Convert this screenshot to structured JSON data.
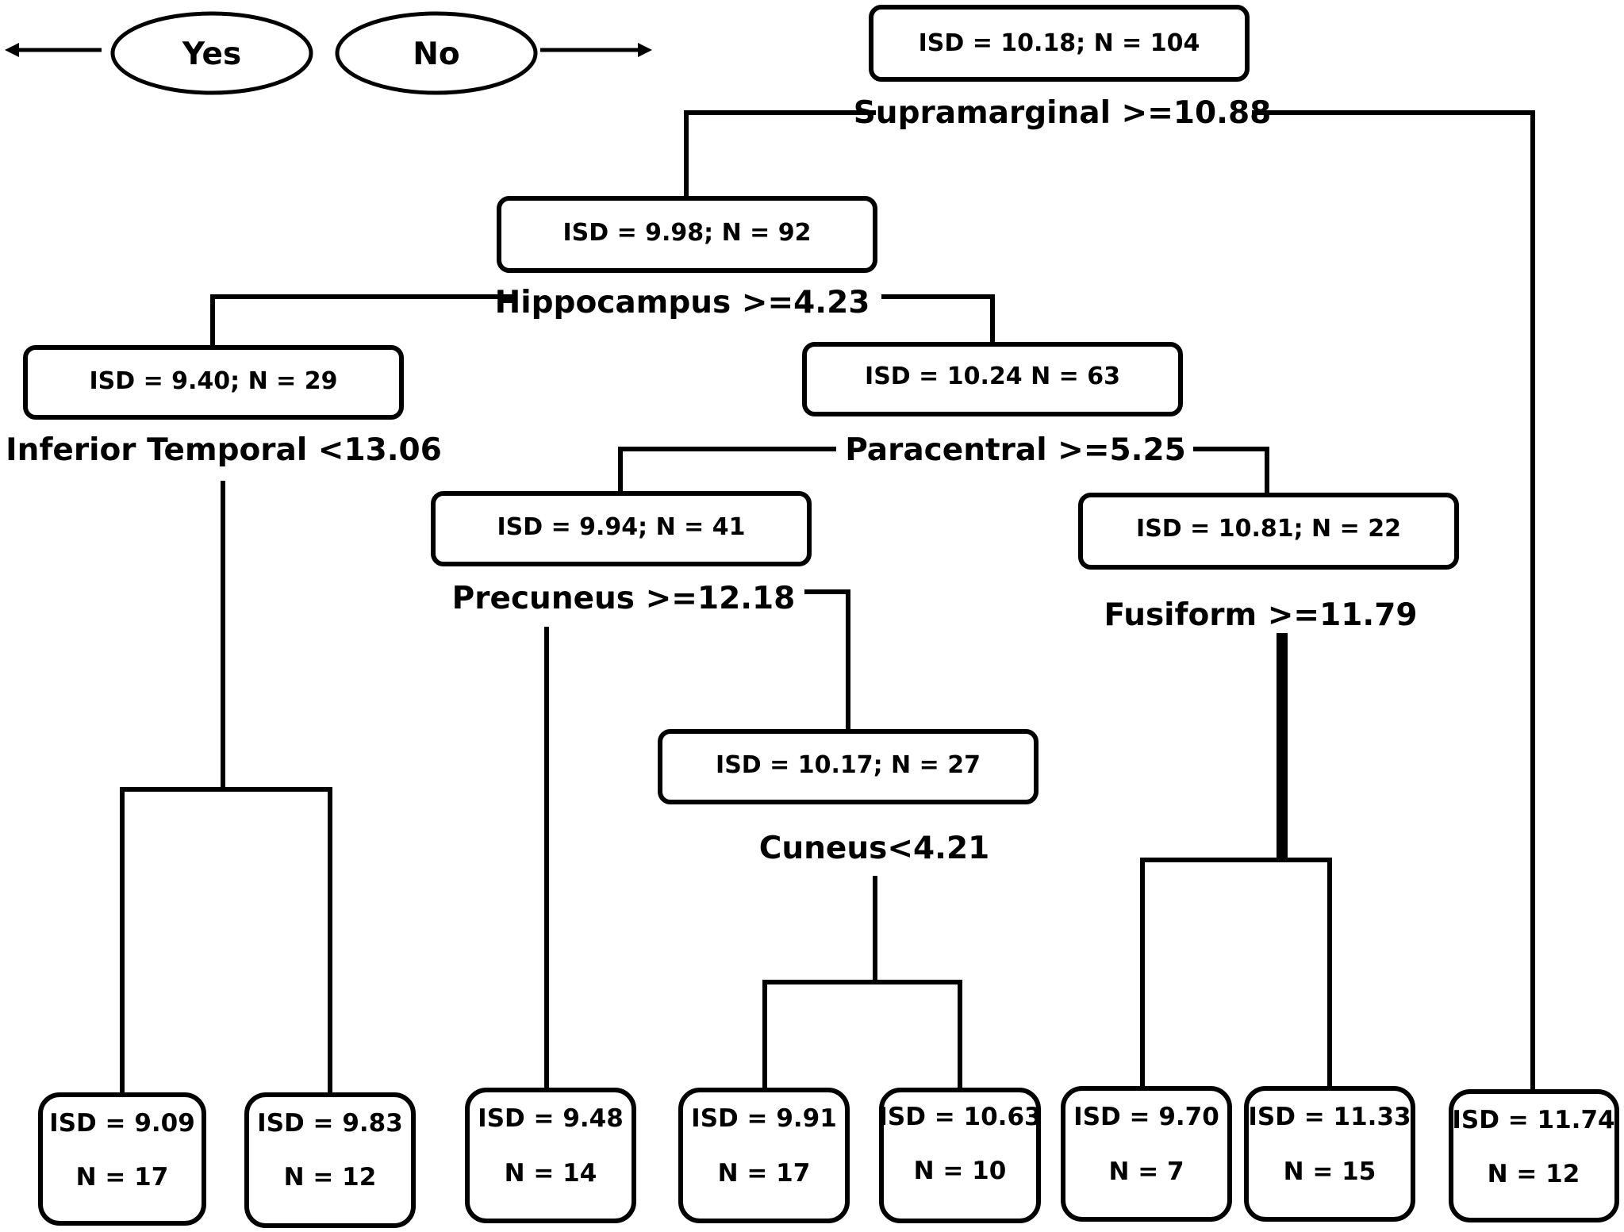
{
  "legend": {
    "yes": "Yes",
    "no": "No"
  },
  "nodes": {
    "root": "ISD = 10.18; N = 104",
    "n92": "ISD = 9.98; N = 92",
    "n29": "ISD = 9.40; N = 29",
    "n63": "ISD = 10.24 N = 63",
    "n41": "ISD = 9.94; N = 41",
    "n22": "ISD = 10.81; N = 22",
    "n27": "ISD = 10.17; N = 27"
  },
  "splits": {
    "supramarginal": "Supramarginal >=10.88",
    "hippocampus": "Hippocampus >=4.23",
    "inferior_temporal": "Inferior Temporal <13.06",
    "paracentral": "Paracentral >=5.25",
    "precuneus": "Precuneus >=12.18",
    "fusiform": "Fusiform >=11.79",
    "cuneus": "Cuneus<4.21"
  },
  "leaves": [
    {
      "isd": "ISD = 9.09",
      "n": "N = 17"
    },
    {
      "isd": "ISD = 9.83",
      "n": "N = 12"
    },
    {
      "isd": "ISD = 9.48",
      "n": "N = 14"
    },
    {
      "isd": "ISD = 9.91",
      "n": "N = 17"
    },
    {
      "isd": "ISD = 10.63",
      "n": "N = 10"
    },
    {
      "isd": "ISD = 9.70",
      "n": "N = 7"
    },
    {
      "isd": "ISD = 11.33",
      "n": "N = 15"
    },
    {
      "isd": "ISD = 11.74",
      "n": "N = 12"
    }
  ]
}
